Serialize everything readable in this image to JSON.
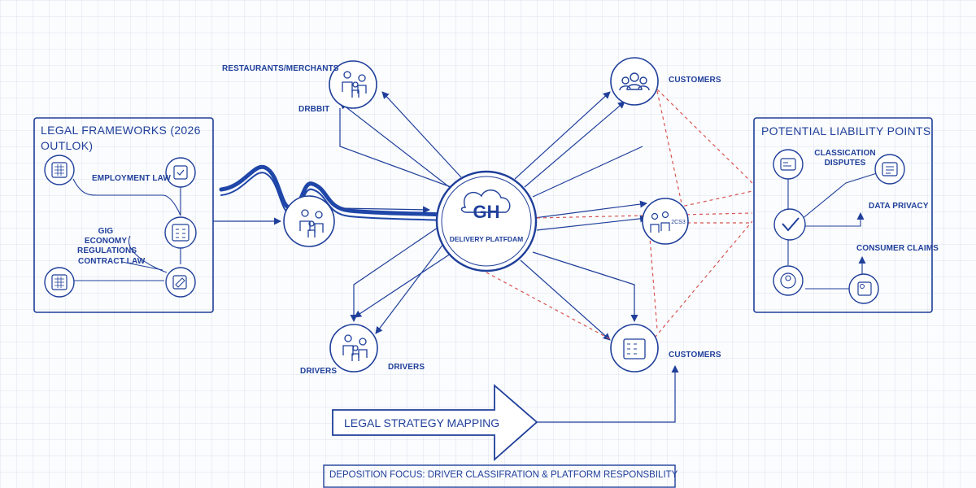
{
  "nodes": {
    "restaurants": {
      "label": "RESTAURANTS/MERCHANTS",
      "sub": "DRBBIT"
    },
    "customers_top": {
      "label": "CUSTOMERS"
    },
    "hub": {
      "logo": "GH",
      "label": "DELIVERY PLATFDAM"
    },
    "side_node": {
      "label": "2CS3"
    },
    "drivers": {
      "label_left": "DRIVERS",
      "label_right": "DRIVERS"
    },
    "customers_bottom": {
      "label": "CUSTOMERS"
    }
  },
  "left_panel": {
    "title": "LEGAL FRAMEWORKS (2026 OUTLOK)",
    "items": [
      {
        "label": "EMPLOYMENT LAW"
      },
      {
        "label": "GIG ECONOMY REGULATIONS"
      },
      {
        "label": "CONTRACT LAW"
      }
    ]
  },
  "right_panel": {
    "title": "POTENTIAL LIABILITY POINTS",
    "items": [
      {
        "label": "CLASSICATION DISPUTES"
      },
      {
        "label": "DATA PRIVACY"
      },
      {
        "label": "CONSUMER CLAIMS"
      }
    ]
  },
  "strategy_arrow": {
    "label": "LEGAL STRATEGY MAPPING"
  },
  "footer": {
    "caption": "DEPOSITION FOCUS: DRIVER CLASSIFRATION & PLATFORM RESPONSBILITY"
  },
  "colors": {
    "ink": "#1f3f9a",
    "dashed": "#d9534f",
    "background": "#fbfcfe"
  }
}
